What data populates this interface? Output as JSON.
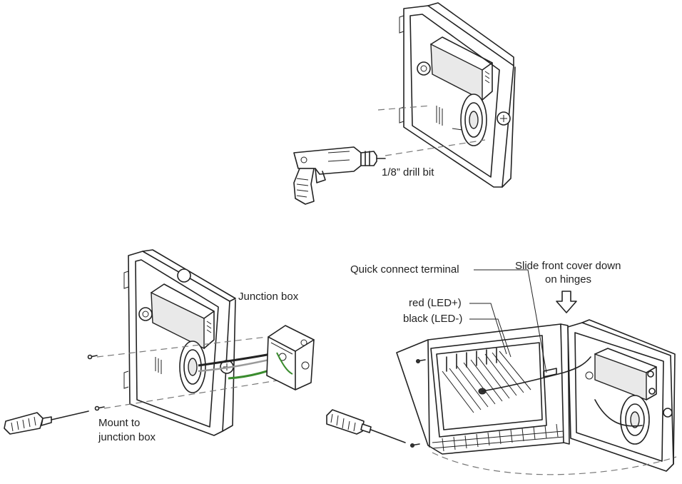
{
  "labels": {
    "drill_bit": "1/8” drill bit",
    "junction_box": "Junction box",
    "mount_line1": "Mount to",
    "mount_line2": "junction box",
    "quick_connect": "Quick connect terminal",
    "slide_line1": "Slide front cover down",
    "slide_line2": "on hinges",
    "red_wire": "red  (LED+)",
    "black_wire": "black  (LED-)"
  },
  "colors": {
    "line": "#222222",
    "wire_green": "#3a8c2e",
    "wire_gray": "#9a9a9a"
  },
  "icons": [
    "drill-icon",
    "screwdriver-icon",
    "screw-icon",
    "down-arrow-icon"
  ]
}
